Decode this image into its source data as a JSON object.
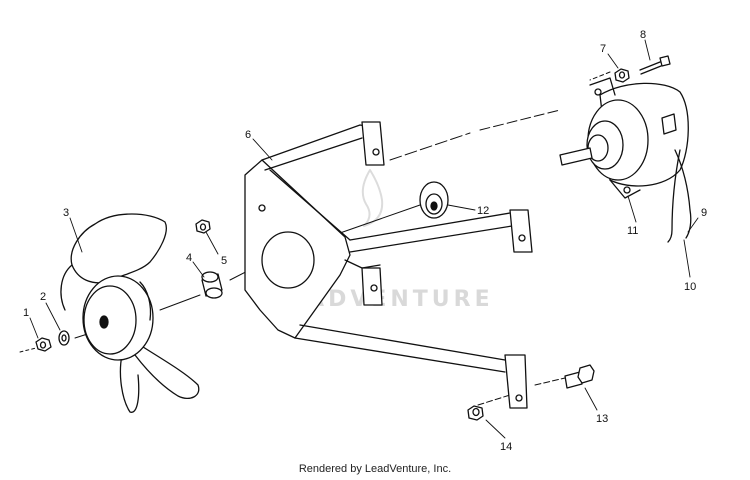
{
  "callouts": [
    {
      "id": "1",
      "label": "1"
    },
    {
      "id": "2",
      "label": "2"
    },
    {
      "id": "3",
      "label": "3"
    },
    {
      "id": "4",
      "label": "4"
    },
    {
      "id": "5",
      "label": "5"
    },
    {
      "id": "6",
      "label": "6"
    },
    {
      "id": "7",
      "label": "7"
    },
    {
      "id": "8",
      "label": "8"
    },
    {
      "id": "9",
      "label": "9"
    },
    {
      "id": "10",
      "label": "10"
    },
    {
      "id": "11",
      "label": "11"
    },
    {
      "id": "12",
      "label": "12"
    },
    {
      "id": "13",
      "label": "13"
    },
    {
      "id": "14",
      "label": "14"
    }
  ],
  "watermark": {
    "text": "LEADVENTURE"
  },
  "footer": {
    "credit": "Rendered by LeadVenture, Inc."
  }
}
